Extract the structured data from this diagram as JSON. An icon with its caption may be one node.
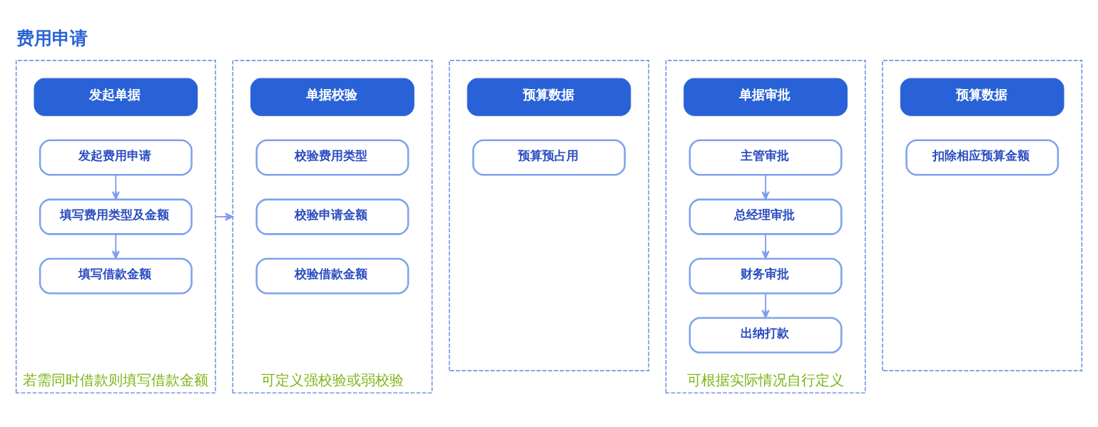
{
  "diagram": {
    "title": "费用申请",
    "nodes": [
      {
        "text": [
          "若需同时借款则填写借款金额"
        ]
      },
      {
        "text": [
          "发起单据"
        ],
        "in": 0
      },
      {
        "text": [
          "发起费用申请"
        ],
        "in": 0
      },
      {
        "text": [
          "填写费用类型及金额"
        ],
        "in": 0
      },
      {
        "text": [
          "填写借款金额"
        ],
        "in": 0
      },
      {
        "text": [
          "可定义强校验或弱校验"
        ]
      },
      {
        "text": [
          "单据校验"
        ],
        "in": 5
      },
      {
        "text": [
          "校验费用类型"
        ],
        "in": 5
      },
      {
        "text": [
          "校验申请金额"
        ],
        "in": 5
      },
      {
        "text": [
          "校验借款金额"
        ],
        "in": 5
      },
      {
        "text": [],
        "shape": "box"
      },
      {
        "text": [
          "预算数据"
        ],
        "in": 10
      },
      {
        "text": [
          "预算预占用"
        ],
        "in": 10
      },
      {
        "text": [
          "可根据实际情况自行定义"
        ]
      },
      {
        "text": [
          "单据审批"
        ],
        "in": 13
      },
      {
        "text": [
          "主管审批"
        ],
        "in": 13
      },
      {
        "text": [
          "总经理审批"
        ],
        "in": 13
      },
      {
        "text": [
          "财务审批"
        ],
        "in": 13
      },
      {
        "text": [
          "出纳打款"
        ],
        "in": 13
      },
      {
        "text": [],
        "shape": "box"
      },
      {
        "text": [
          "预算数据"
        ],
        "in": 19
      },
      {
        "text": [
          "扣除相应预算金额"
        ],
        "in": 19
      }
    ],
    "edges": [
      {
        "from": 2,
        "to": 3,
        "arrow": "to"
      },
      {
        "from": 3,
        "to": 4,
        "arrow": "to"
      },
      {
        "from": 0,
        "to": 5,
        "arrow": "to"
      },
      {
        "from": 15,
        "to": 16,
        "arrow": "to"
      },
      {
        "from": 16,
        "to": 17,
        "arrow": "to"
      },
      {
        "from": 17,
        "to": 18,
        "arrow": "to"
      }
    ]
  }
}
